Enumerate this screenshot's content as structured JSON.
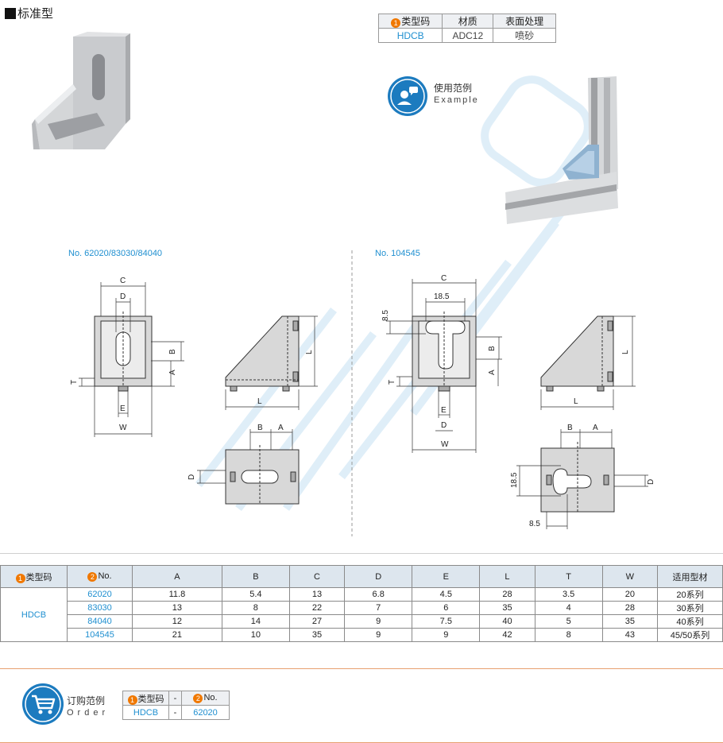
{
  "header": {
    "title": "标准型"
  },
  "material_table": {
    "headers": {
      "num": "1",
      "type": "类型码",
      "material": "材质",
      "surface": "表面处理"
    },
    "row": {
      "type": "HDCB",
      "material": "ADC12",
      "surface": "喷砂"
    }
  },
  "example": {
    "cn": "使用范例",
    "en": "Example"
  },
  "drawings": {
    "left_label": "No. 62020/83030/84040",
    "right_label": "No. 104545",
    "dims": {
      "A": "A",
      "B": "B",
      "C": "C",
      "D": "D",
      "E": "E",
      "L": "L",
      "T": "T",
      "W": "W",
      "v185": "18.5",
      "v85": "8.5"
    }
  },
  "spec_table": {
    "headers": {
      "num1": "1",
      "type": "类型码",
      "num2": "2",
      "no": "No.",
      "A": "A",
      "B": "B",
      "C": "C",
      "D": "D",
      "E": "E",
      "L": "L",
      "T": "T",
      "W": "W",
      "profile": "适用型材"
    },
    "type_code": "HDCB",
    "rows": [
      {
        "no": "62020",
        "A": "11.8",
        "B": "5.4",
        "C": "13",
        "D": "6.8",
        "E": "4.5",
        "L": "28",
        "T": "3.5",
        "W": "20",
        "profile": "20系列"
      },
      {
        "no": "83030",
        "A": "13",
        "B": "8",
        "C": "22",
        "D": "7",
        "E": "6",
        "L": "35",
        "T": "4",
        "W": "28",
        "profile": "30系列"
      },
      {
        "no": "84040",
        "A": "12",
        "B": "14",
        "C": "27",
        "D": "9",
        "E": "7.5",
        "L": "40",
        "T": "5",
        "W": "35",
        "profile": "40系列"
      },
      {
        "no": "104545",
        "A": "21",
        "B": "10",
        "C": "35",
        "D": "9",
        "E": "9",
        "L": "42",
        "T": "8",
        "W": "43",
        "profile": "45/50系列"
      }
    ]
  },
  "order": {
    "cn": "订购范例",
    "en": "Order",
    "headers": {
      "num1": "1",
      "type": "类型码",
      "dash": "-",
      "num2": "2",
      "no": "No."
    },
    "row": {
      "type": "HDCB",
      "dash": "-",
      "no": "62020"
    }
  }
}
